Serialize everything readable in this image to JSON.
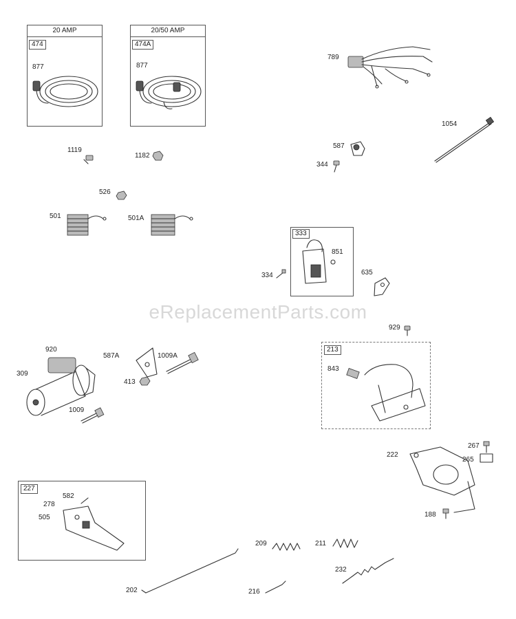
{
  "watermark": "eReplacementParts.com",
  "boxes": {
    "b474": {
      "header": "20 AMP",
      "tag": "474"
    },
    "b474a": {
      "header": "20/50 AMP",
      "tag": "474A"
    },
    "b333": {
      "tag": "333"
    },
    "b213": {
      "tag": "213"
    },
    "b227": {
      "tag": "227"
    }
  },
  "labels": {
    "p877a": "877",
    "p877b": "877",
    "p789": "789",
    "p1054": "1054",
    "p1119": "1119",
    "p1182": "1182",
    "p587": "587",
    "p344": "344",
    "p526": "526",
    "p501": "501",
    "p501a": "501A",
    "p851": "851",
    "p334": "334",
    "p635": "635",
    "p929": "929",
    "p920": "920",
    "p309": "309",
    "p587a": "587A",
    "p1009a": "1009A",
    "p413": "413",
    "p1009": "1009",
    "p843": "843",
    "p267": "267",
    "p222": "222",
    "p265": "265",
    "p188": "188",
    "p582": "582",
    "p278": "278",
    "p505": "505",
    "p209": "209",
    "p211": "211",
    "p232": "232",
    "p202": "202",
    "p216": "216"
  }
}
